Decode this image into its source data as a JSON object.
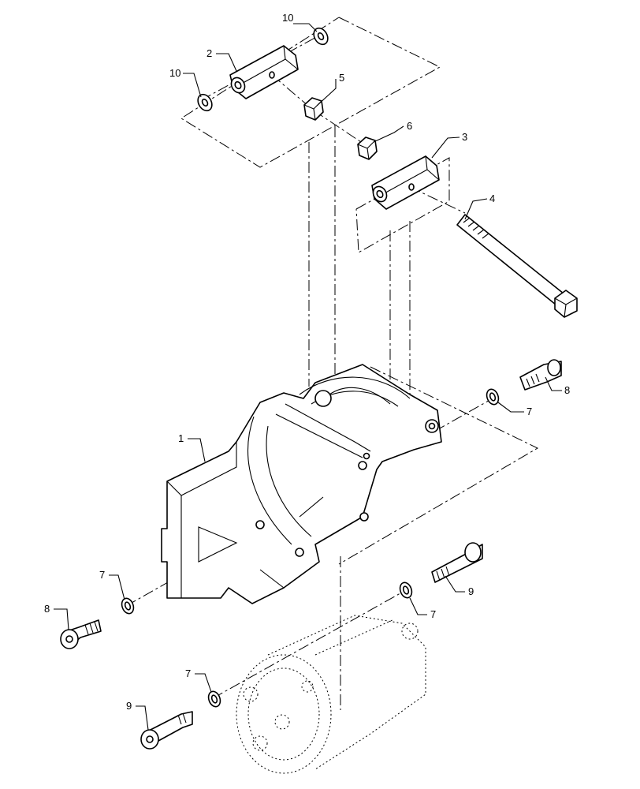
{
  "diagram": {
    "callouts": {
      "c10a": "10",
      "c10b": "10",
      "c2": "2",
      "c5": "5",
      "c6": "6",
      "c3": "3",
      "c4": "4",
      "c8a": "8",
      "c7a": "7",
      "c1": "1",
      "c7b": "7",
      "c8b": "8",
      "c7c": "7",
      "c9a": "9",
      "c7d": "7",
      "c9b": "9"
    },
    "colors": {
      "line": "#000000",
      "background": "#ffffff"
    }
  }
}
